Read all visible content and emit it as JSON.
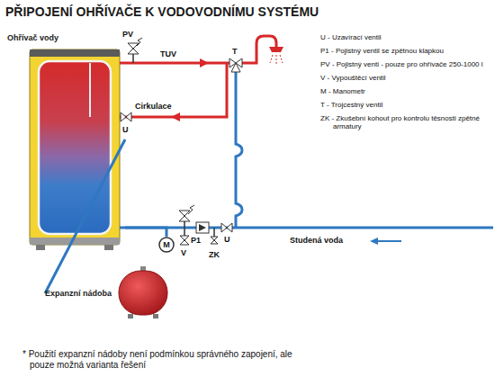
{
  "diagram": {
    "title": "PŘIPOJENÍ OHŘÍVAČE K VODOVODNÍMU SYSTÉMU",
    "nodes": [
      {
        "text": [
          "Ohřívač vody"
        ]
      },
      {
        "text": [
          "Expanzní nádoba"
        ]
      },
      {
        "text": [
          "M"
        ]
      }
    ],
    "edges": [
      {
        "from": 0,
        "to": 1,
        "arrow": "none"
      },
      {
        "from": 0,
        "to": 2,
        "arrow": "none"
      }
    ],
    "labels": [
      "PV",
      "TUV",
      "T",
      "Cirkulace",
      "U",
      "P1",
      "V",
      "U",
      "ZK",
      "Studená voda",
      "U - Uzavírací ventil",
      "P1 - Pojistný ventil se zpětnou klapkou",
      "PV - Pojistný venti - pouze pro ohřívače 250-1000 l",
      "V - Vypouštěcí ventil",
      "M - Manometr",
      "T - Trojcestný ventil",
      "ZK - Zkušební kohout pro kontrolu těsnosti zpětné armatury",
      "* Použití expanzní nádoby není podmínkou správného zapojení, ale pouze možná varianta řešení"
    ]
  }
}
